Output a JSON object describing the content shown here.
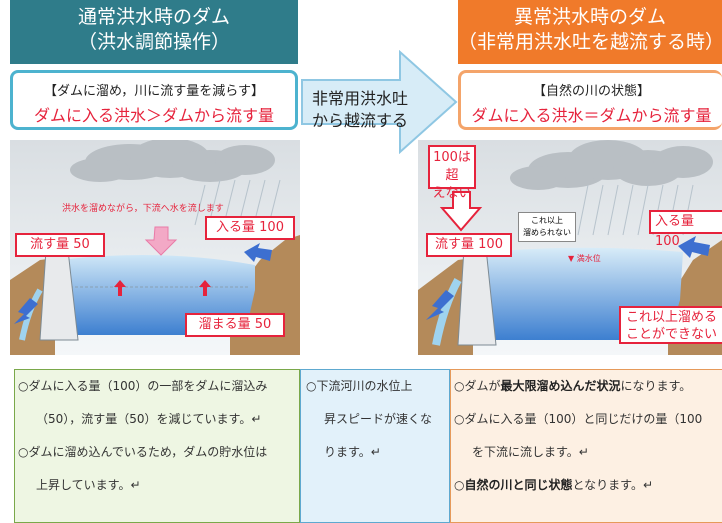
{
  "left": {
    "title1": "通常洪水時のダム",
    "title2": "（洪水調節操作）",
    "sub1": "【ダムに溜め，川に流す量を減らす】",
    "sub2": "ダムに入る洪水＞ダムから流す量",
    "banner": "洪水を溜めながら，下流へ水を流します",
    "inflow": "入る量 100",
    "outflow": "流す量 50",
    "stored": "溜まる量 50"
  },
  "middle": {
    "line1": "非常用洪水吐",
    "line2": "から越流する"
  },
  "right": {
    "title1": "異常洪水時のダム",
    "title2": "（非常用洪水吐を越流する時）",
    "sub1": "【自然の川の状態】",
    "sub2": "ダムに入る洪水＝ダムから流す量",
    "limit1": "100は超",
    "limit2": "えない",
    "cannot1": "これ以上",
    "cannot2": "溜められない",
    "full_level": "▼ 満水位",
    "inflow": "入る量 100",
    "outflow": "流す量 100",
    "cannot_store1": "これ以上溜める",
    "cannot_store2": "ことができない"
  },
  "notes": {
    "left": [
      "○ダムに入る量（100）の一部をダムに溜込み",
      "（50），流す量（50）を減じています。↵",
      "○ダムに溜め込んでいるため，ダムの貯水位は",
      "上昇しています。↵"
    ],
    "middle": [
      "○下流河川の水位上",
      "昇スピードが速くな",
      "ります。↵"
    ],
    "right": {
      "r1_pre": "○ダムが",
      "r1_hl": "最大限溜め込んだ状況",
      "r1_post": "になります。",
      "r2": "○ダムに入る量（100）と同じだけの量（100",
      "r3": "を下流に流します。↵",
      "r4_pre": "○",
      "r4_hl": "自然の川と同じ状態",
      "r4_post": "となります。↵"
    }
  }
}
